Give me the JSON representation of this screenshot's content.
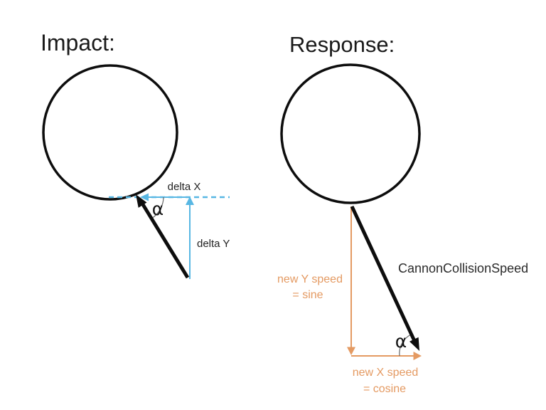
{
  "colors": {
    "black": "#0d0d0d",
    "text_dark": "#2b2b2b",
    "blue": "#58b7e3",
    "orange": "#e49a62"
  },
  "impact": {
    "title": "Impact:",
    "delta_x_label": "delta X",
    "delta_y_label": "delta Y",
    "alpha_label": "α"
  },
  "response": {
    "title": "Response:",
    "speed_label": "CannonCollisionSpeed",
    "new_y_label_line1": "new Y speed",
    "new_y_label_line2": "= sine",
    "new_x_label_line1": "new X speed",
    "new_x_label_line2": "= cosine",
    "alpha_label": "α"
  }
}
